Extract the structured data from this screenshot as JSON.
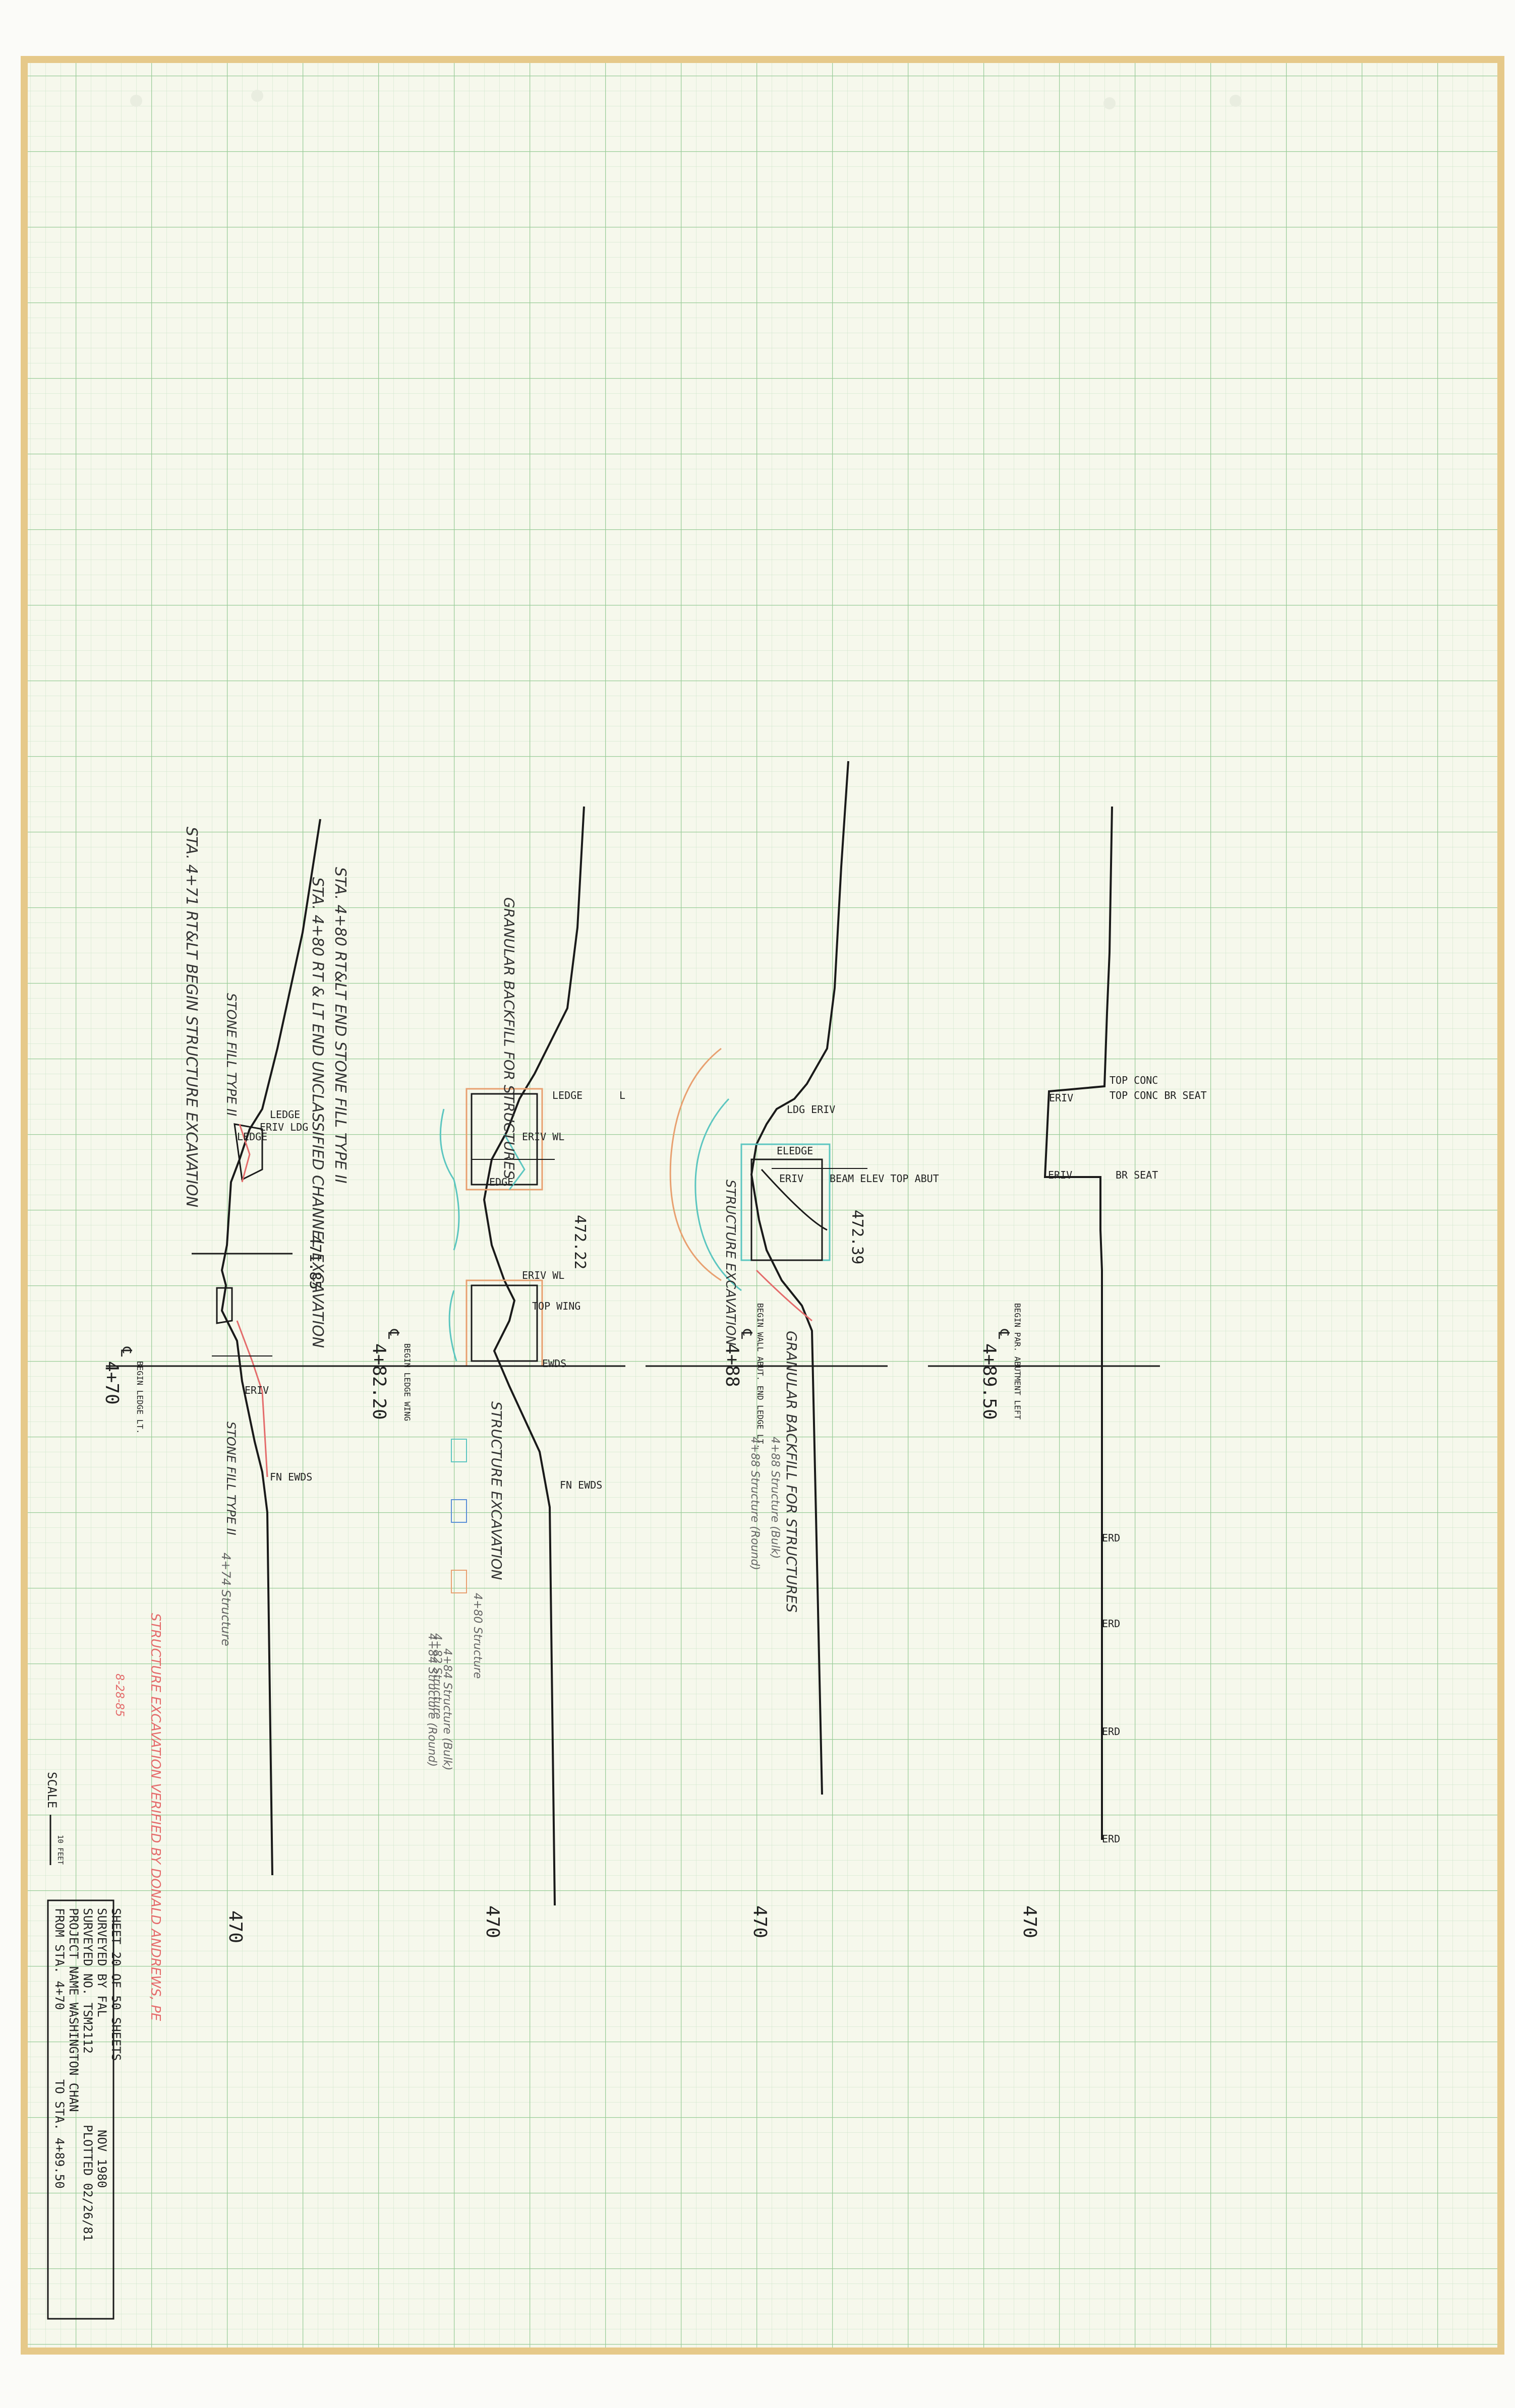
{
  "sections": [
    {
      "station": "4+70",
      "note": "BEGIN LEDGE LT.",
      "elevation_label": "470"
    },
    {
      "station": "4+82.20",
      "note": "BEGIN LEDGE WING",
      "elevation_label": "470"
    },
    {
      "station": "4+88",
      "note": "BEGIN WALL ABUT. END LEDGE LT.",
      "elevation_label": "470"
    },
    {
      "station": "4+89.50",
      "note": "BEGIN PAR. ABUTMENT LEFT",
      "elevation_label": "470"
    }
  ],
  "centerline_symbol": "℄",
  "labels": {
    "s1": [
      "LEDGE",
      "ERIV LDG",
      "LEDGE",
      "ERIV",
      "FN EWDS"
    ],
    "s2": [
      "LEDGE",
      "L",
      "ERIV WL",
      "EDGE",
      "ERIV WL",
      "TOP WING",
      "EWDS",
      "FN EWDS"
    ],
    "s3": [
      "LDG ERIV",
      "ELEDGE",
      "ERIV",
      "BEAM ELEV TOP ABUT"
    ],
    "s4": [
      "TOP CONC",
      "ERIV",
      "TOP CONC  BR SEAT",
      "ERIV",
      "BR SEAT",
      "ERD",
      "ERD",
      "ERD",
      "ERD"
    ]
  },
  "elev_marks": [
    "471.85",
    "472.22",
    "472.39"
  ],
  "handwritten": {
    "a": "STA. 4+71 RT&LT BEGIN STRUCTURE EXCAVATION",
    "b": "STA. 4+80 RT & LT END UNCLASSIFIED CHANNEL EXCAVATION",
    "c": "STA. 4+80 RT&LT END STONE FILL TYPE II",
    "d": "STONE FILL TYPE II",
    "e": "GRANULAR BACKFILL FOR STRUCTURES",
    "f": "STRUCTURE EXCAVATION",
    "g": "STRUCTURE EXCAVATION",
    "h": "GRANULAR BACKFILL FOR STRUCTURES",
    "i": "STONE FILL TYPE II",
    "j": "4+74 Structure",
    "k": "4+82 Structure",
    "l": "4+80 Structure",
    "m": "4+84 Structure (Bulk)",
    "n": "4+84 Structure (Round)",
    "o": "4+88 Structure (Bulk)",
    "p": "4+88 Structure (Round)",
    "q": "STRUCTURE EXCAVATION VERIFIED BY DONALD ANDREWS, PE",
    "r": "8-28-85"
  },
  "title_block": {
    "from": "FROM STA. 4+70",
    "to": "TO STA. 4+89.50",
    "project": "PROJECT NAME  WASHINGTON  CHAN",
    "survey": "SURVEYED NO.  TSM2112",
    "plotted": "PLOTTED 02/26/81",
    "surveyed_by": "SURVEYED BY   FAL",
    "date": "NOV 1980",
    "sheet": "SHEET 20 OF 50 SHEETS"
  },
  "scale": {
    "label": "SCALE",
    "unit": "10 FEET"
  },
  "colors": {
    "paper": "#f7f8ee",
    "grid": "#b9d8b6",
    "grid_major": "#8cc18c",
    "ink": "#1a1a1a",
    "red": "#e46b6b",
    "cyan": "#5cc6c0",
    "orange": "#e8a070",
    "border": "#e6c98a"
  }
}
